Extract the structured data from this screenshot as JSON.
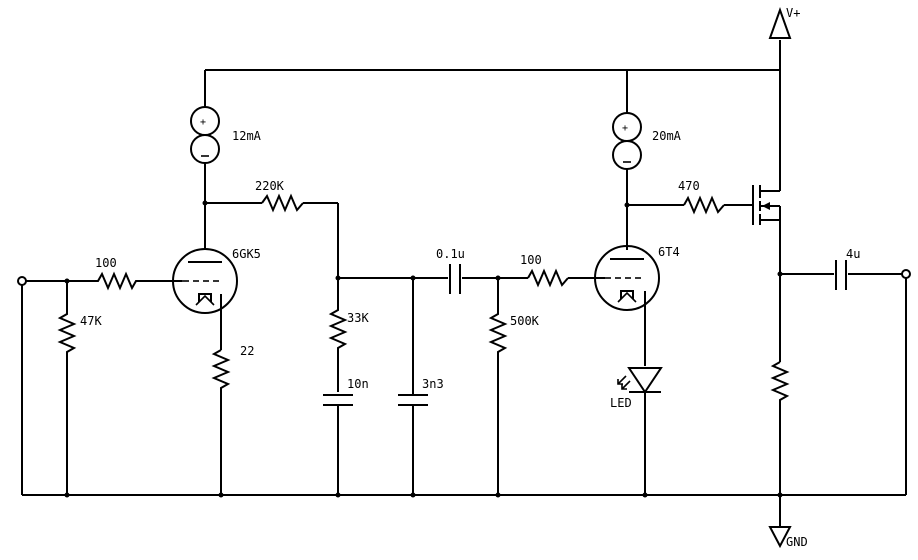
{
  "labels": {
    "vplus": "V+",
    "gnd": "GND",
    "cs1": "12mA",
    "cs2": "20mA",
    "tube1": "6GK5",
    "tube2": "6T4",
    "r_input": "100",
    "r_input_gnd": "47K",
    "r_cathode": "22",
    "r_plate_fb": "220K",
    "r_shunt": "33K",
    "c_shunt": "10n",
    "c_shunt2": "3n3",
    "c_coupling": "0.1u",
    "r_grid2": "100",
    "r_grid2_gnd": "500K",
    "r_gate": "470",
    "led": "LED",
    "c_out": "4u"
  },
  "colors": {
    "ink": "#000000",
    "background": "#ffffff"
  }
}
